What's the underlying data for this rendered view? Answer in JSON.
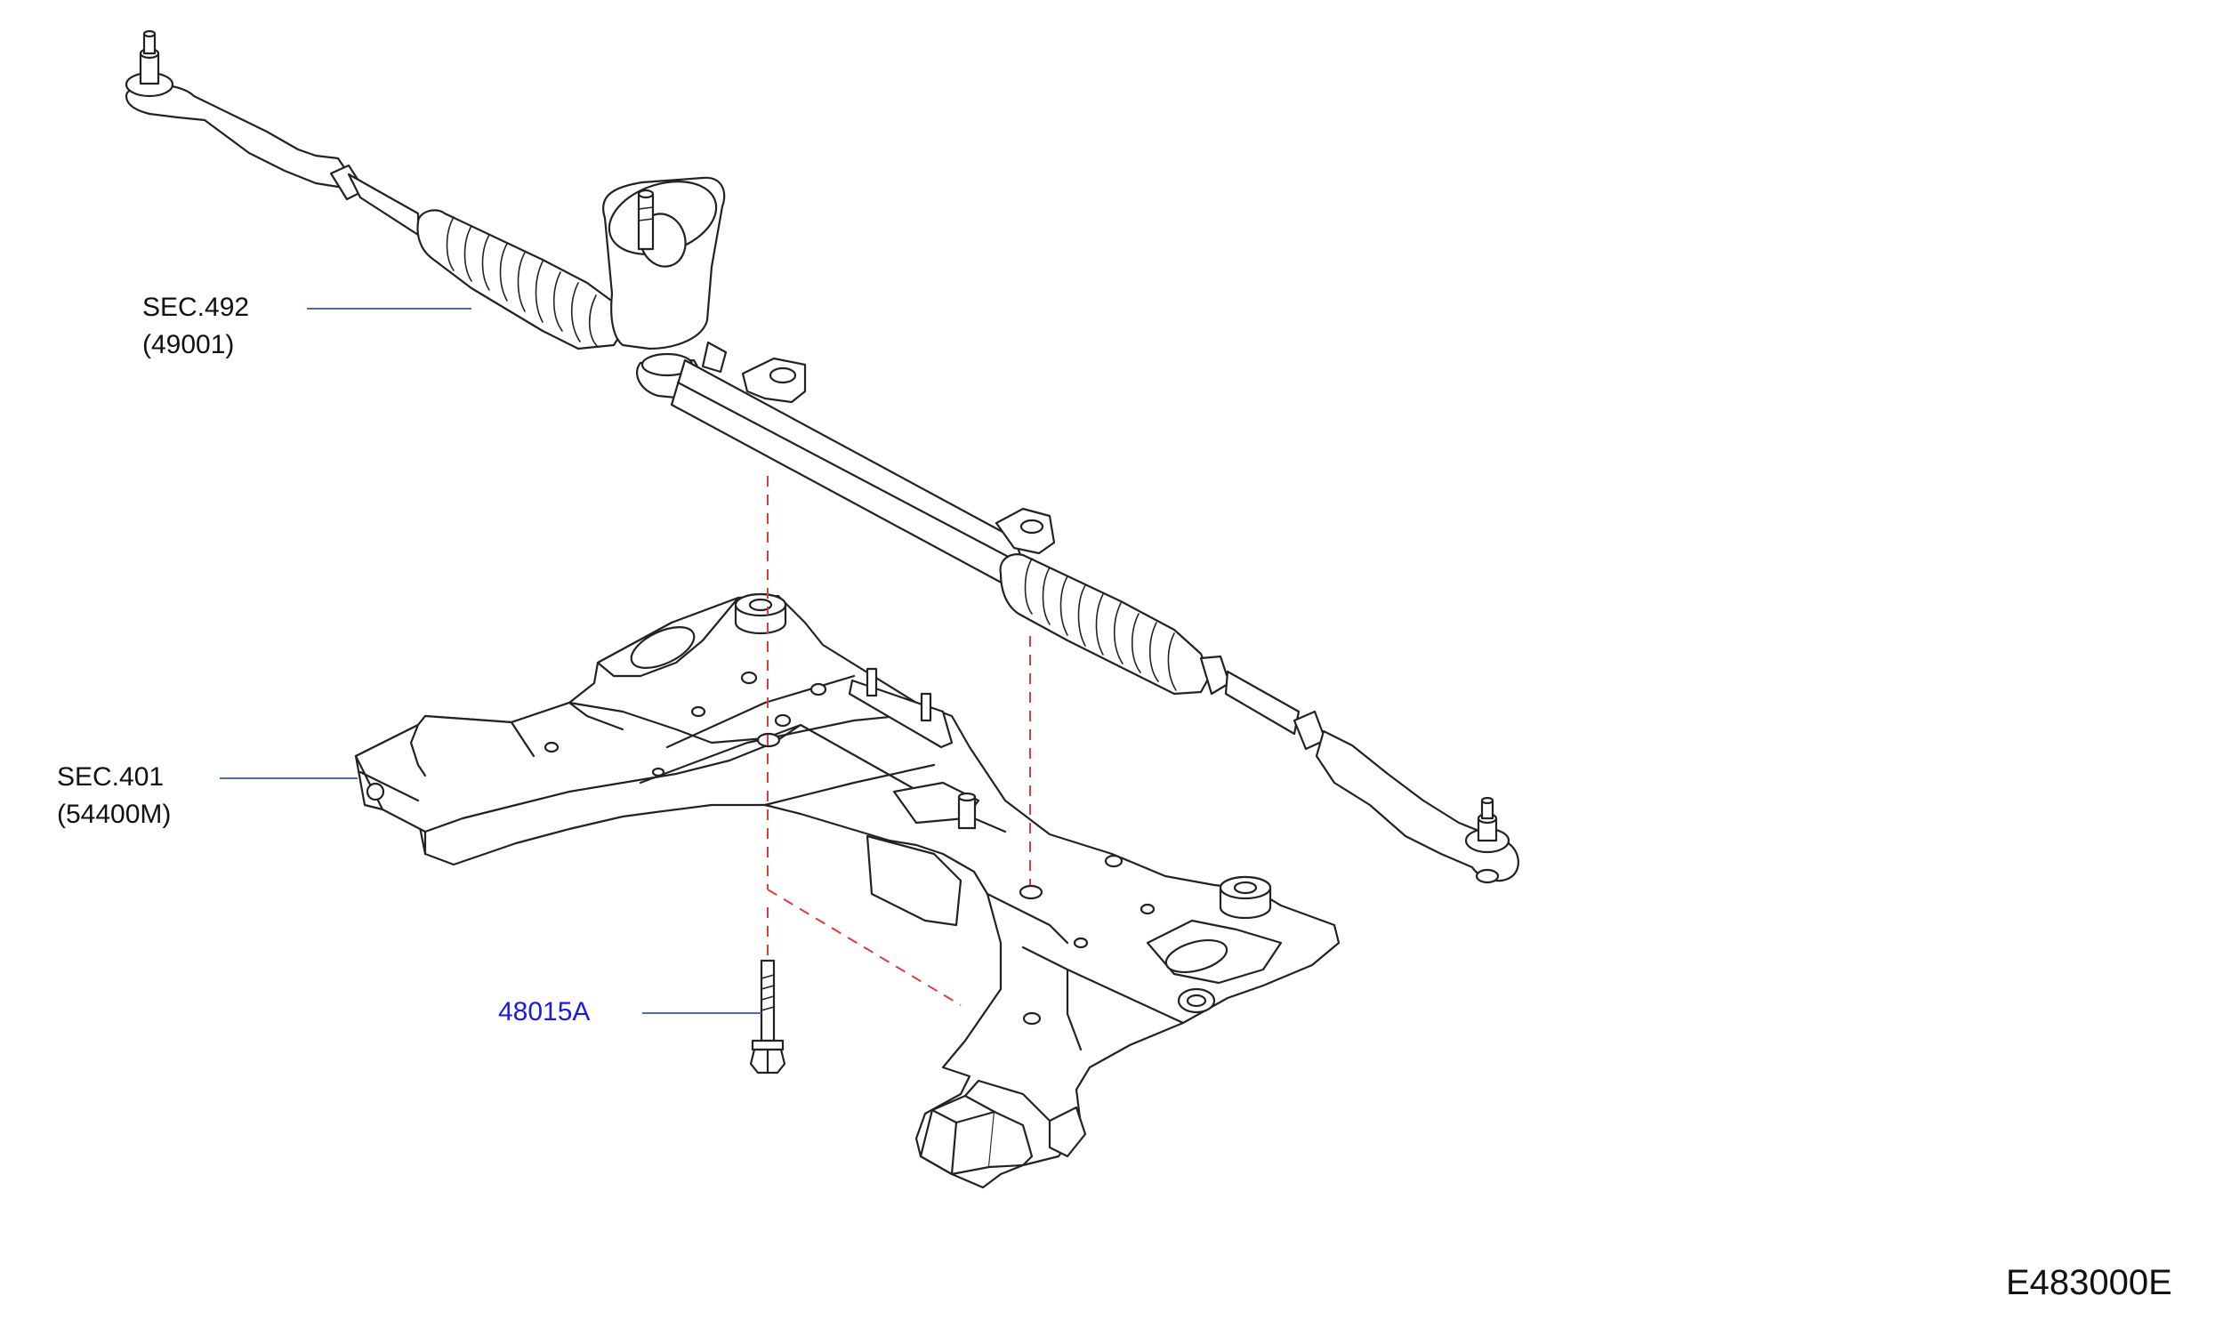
{
  "labels": {
    "steering_gear": {
      "section": "SEC.492",
      "part": "(49001)"
    },
    "member": {
      "section": "SEC.401",
      "part": "(54400M)"
    },
    "bolt": {
      "part": "48015A"
    }
  },
  "diagram_code": "E483000E",
  "colors": {
    "line_art": "#222222",
    "leader": "#4a6fa5",
    "dashed_guide": "#e23b3b",
    "part_link": "#1a1ae6"
  }
}
